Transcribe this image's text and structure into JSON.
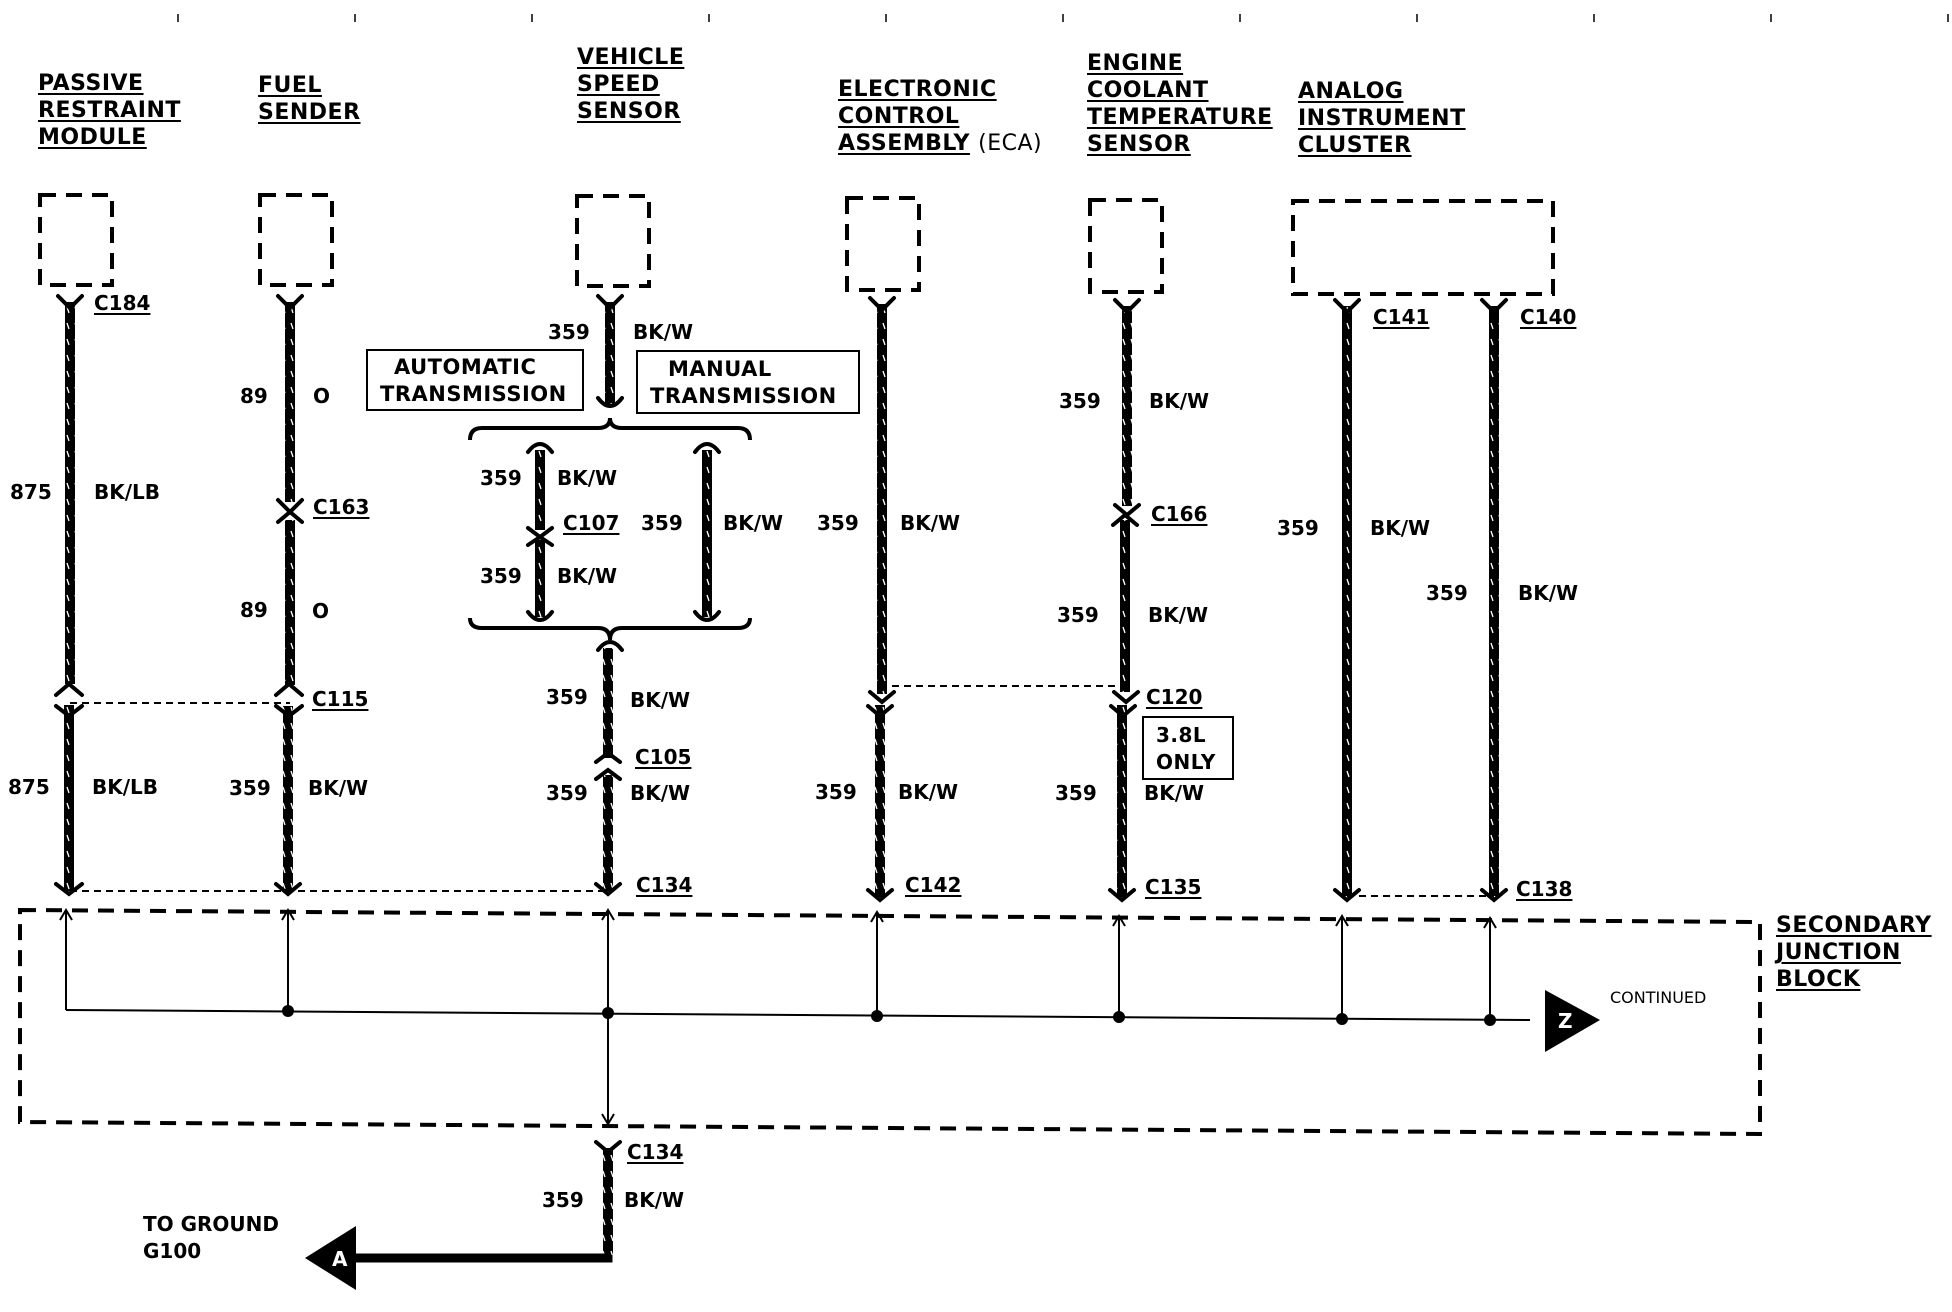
{
  "components": {
    "prm": [
      "PASSIVE",
      "RESTRAINT",
      "MODULE"
    ],
    "fuel": [
      "FUEL",
      "SENDER"
    ],
    "vss": [
      "VEHICLE",
      "SPEED",
      "SENSOR"
    ],
    "eca": [
      "ELECTRONIC",
      "CONTROL",
      "ASSEMBLY"
    ],
    "eca_suffix": "(ECA)",
    "ect": [
      "ENGINE",
      "COOLANT",
      "TEMPERATURE",
      "SENSOR"
    ],
    "cluster": [
      "ANALOG",
      "INSTRUMENT",
      "CLUSTER"
    ],
    "sjb": [
      "SECONDARY",
      "JUNCTION",
      "BLOCK"
    ]
  },
  "boxes": {
    "automatic": [
      "AUTOMATIC",
      "TRANSMISSION"
    ],
    "manual": [
      "MANUAL",
      "TRANSMISSION"
    ],
    "engine_only": [
      "3.8L",
      "ONLY"
    ]
  },
  "connectors": {
    "c184": "C184",
    "c163": "C163",
    "c115": "C115",
    "c134_top": "C134",
    "c107": "C107",
    "c105": "C105",
    "c142": "C142",
    "c166": "C166",
    "c120": "C120",
    "c135": "C135",
    "c141": "C141",
    "c140": "C140",
    "c138": "C138",
    "c134_bottom": "C134"
  },
  "circuits": {
    "c875": "875",
    "c89": "89",
    "c359": "359"
  },
  "colors": {
    "bklb": "BK/LB",
    "o": "O",
    "bkw": "BK/W"
  },
  "continued": {
    "text": "CONTINUED",
    "marker": "Z"
  },
  "ground": {
    "line1": "TO GROUND",
    "line2": "G100",
    "marker": "A"
  }
}
